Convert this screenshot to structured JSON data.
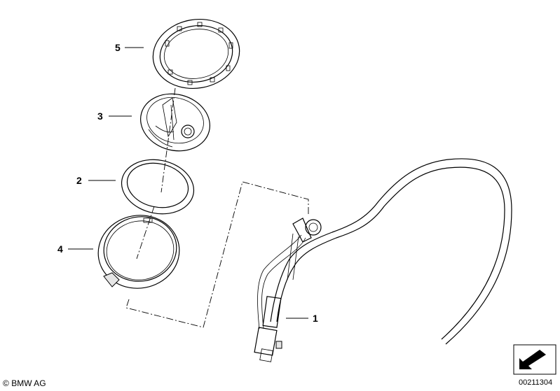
{
  "callouts": [
    {
      "id": "5",
      "label": "5"
    },
    {
      "id": "3",
      "label": "3"
    },
    {
      "id": "2",
      "label": "2"
    },
    {
      "id": "4",
      "label": "4"
    },
    {
      "id": "1",
      "label": "1"
    }
  ],
  "footer": {
    "copyright_symbol": "©",
    "copyright_text": "BMW AG",
    "document_number": "00211304"
  },
  "colors": {
    "line": "#000000",
    "background": "#ffffff",
    "shade": "#e6e6e6"
  }
}
